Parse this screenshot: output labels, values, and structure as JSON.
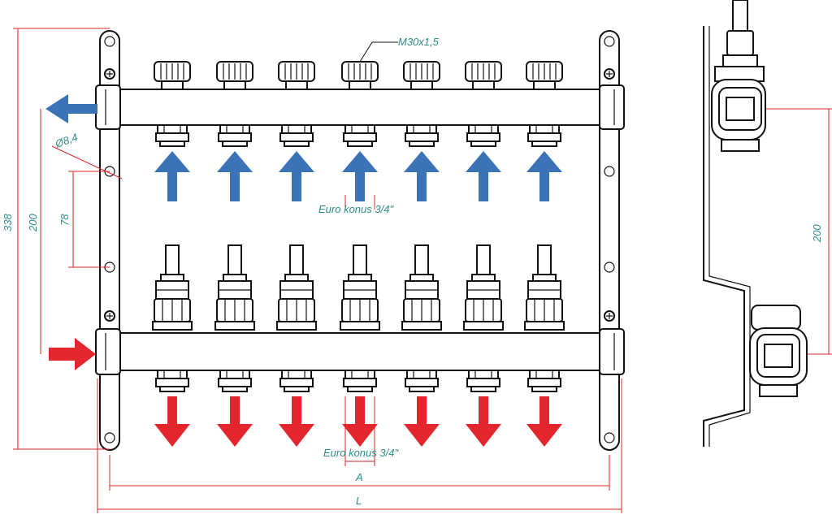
{
  "labels": {
    "thread": "M30x1,5",
    "euro_konus_top": "Euro konus 3/4\"",
    "euro_konus_bottom": "Euro konus 3/4\"",
    "hole_diameter": "Ø8,4",
    "height_total": "338",
    "height_left": "200",
    "hole_spacing": "78",
    "height_side": "200",
    "dim_A": "A",
    "dim_L": "L"
  },
  "outlets_count": 7,
  "colors": {
    "supply": "#e3262d",
    "return": "#3b73b6",
    "dimension_line": "#d9232a",
    "dimension_text": "#2e8b8b",
    "outline": "#111111"
  }
}
